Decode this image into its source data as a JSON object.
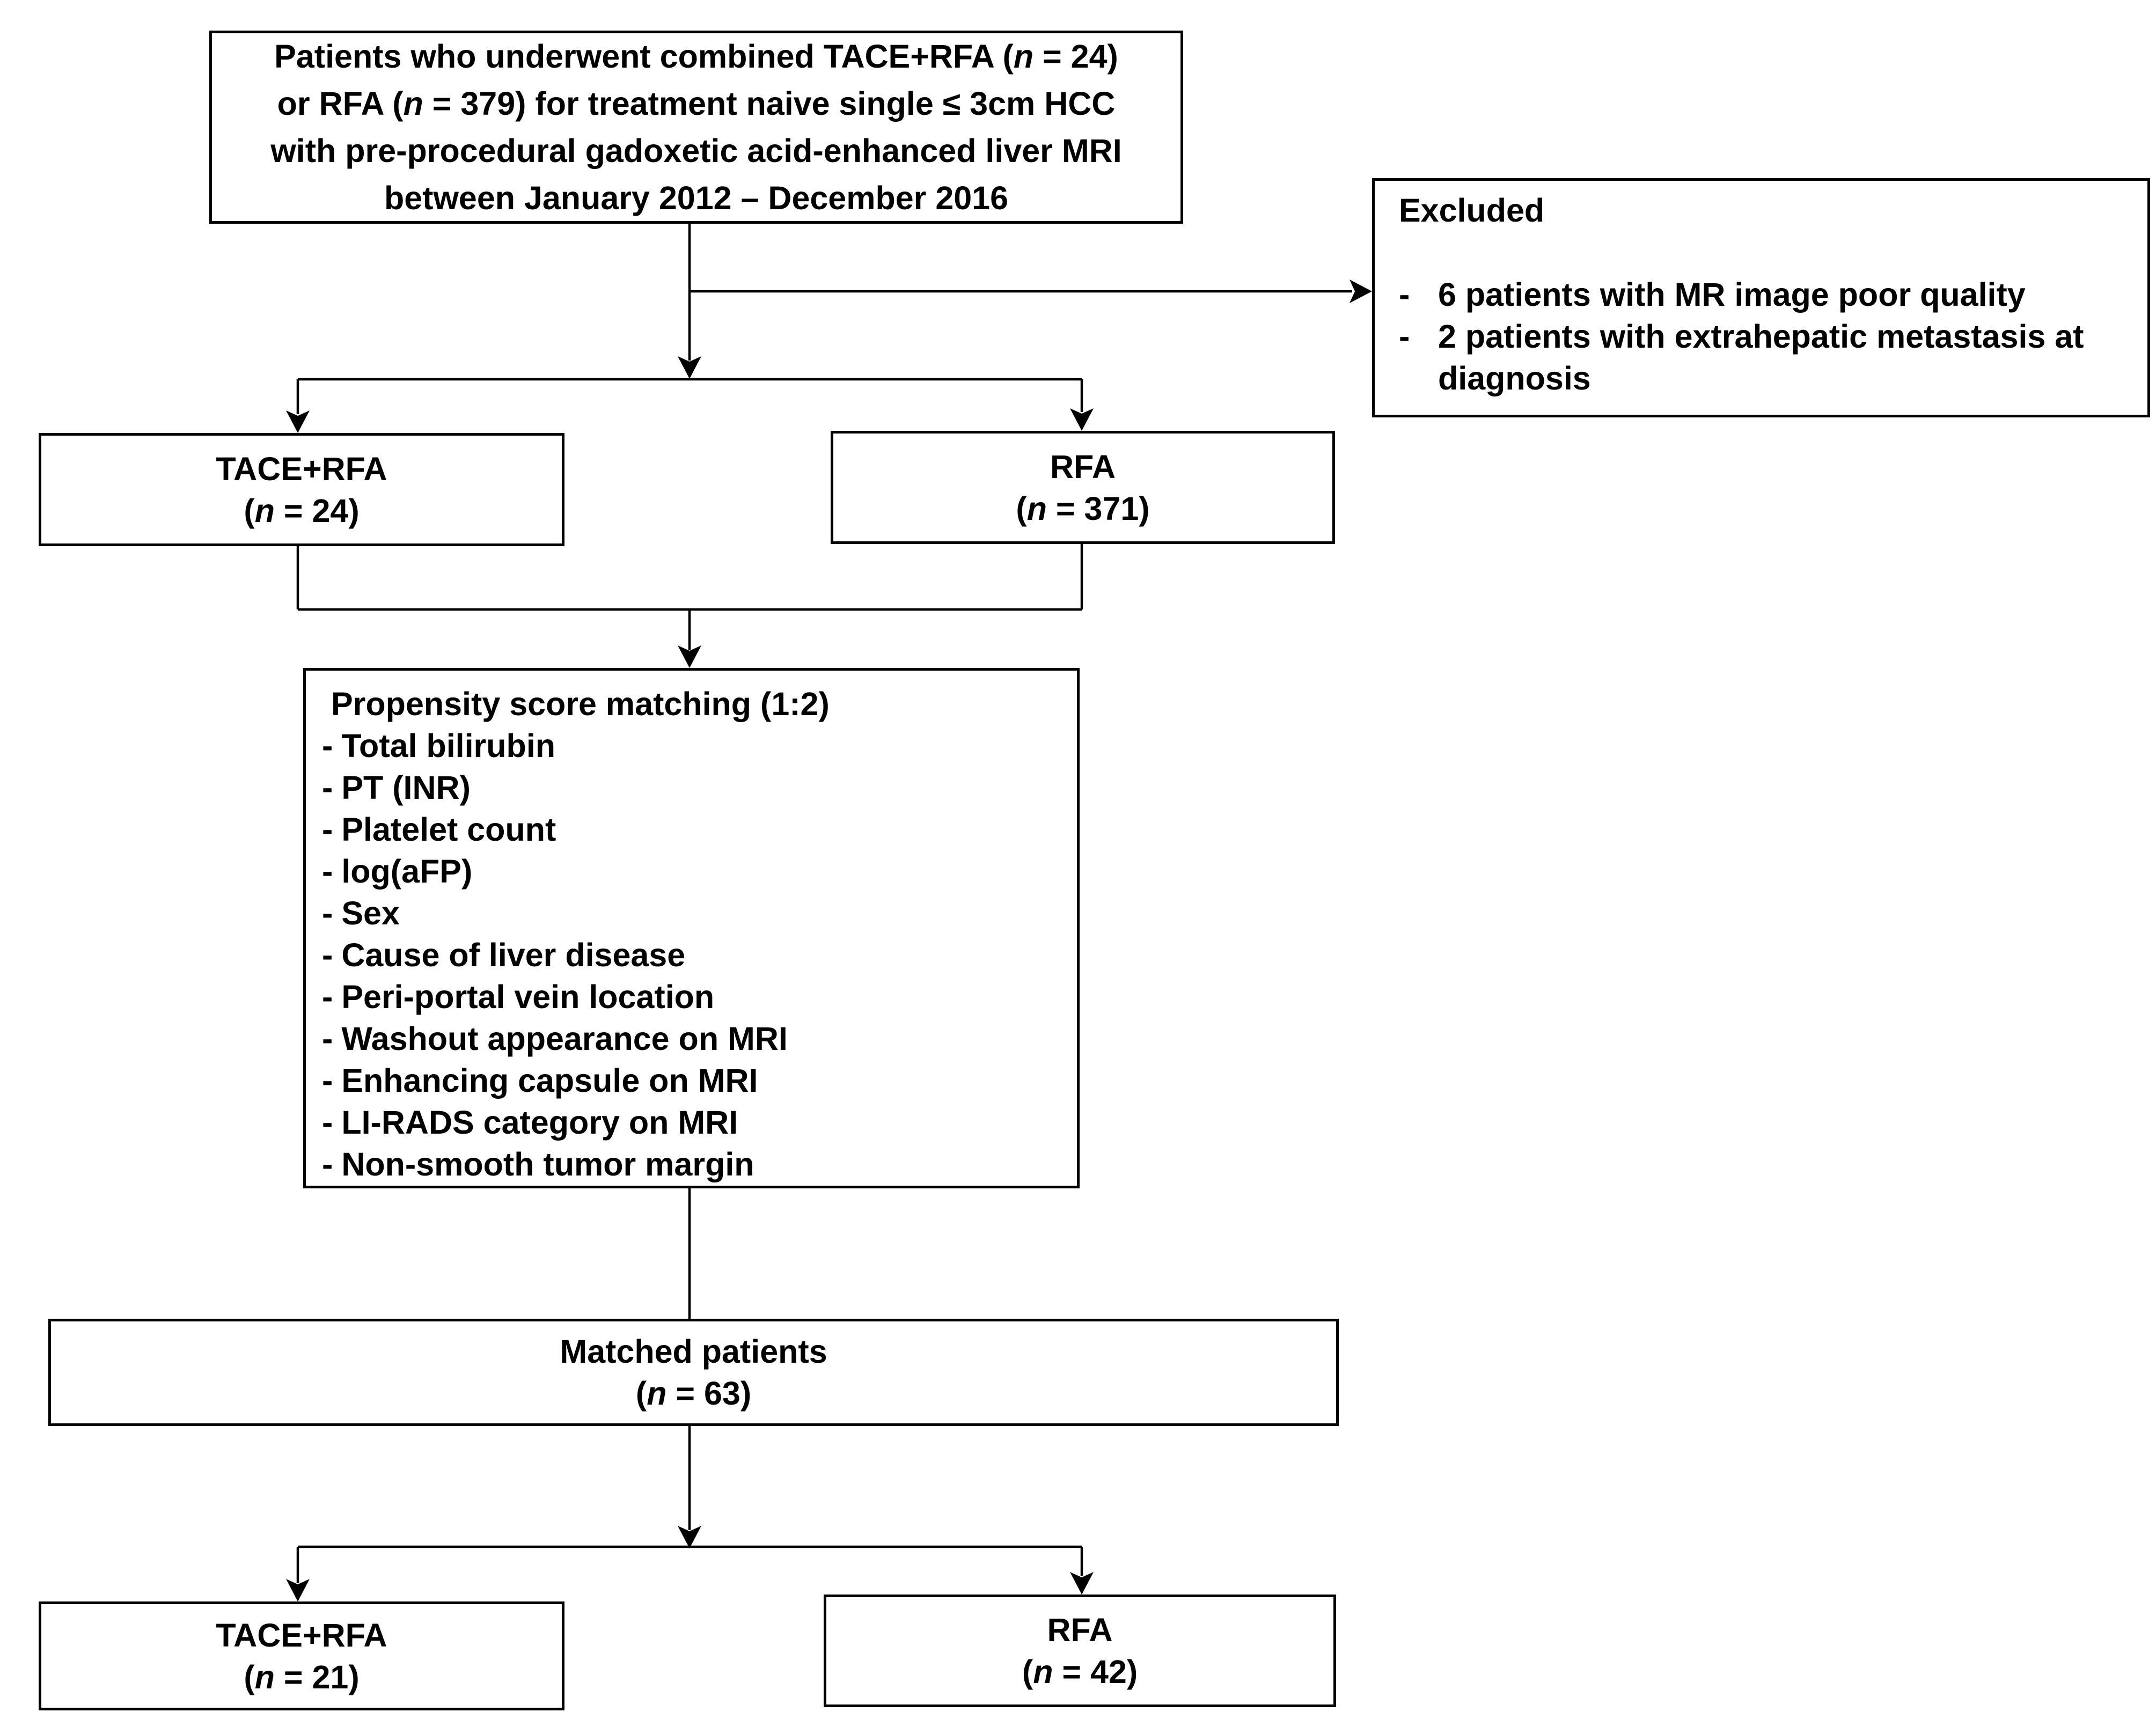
{
  "figure": {
    "background": "#ffffff",
    "line_color": "#000000",
    "text_color": "#000000"
  },
  "boxes": {
    "source": {
      "lines": [
        [
          {
            "t": "Patients who underwent combined TACE+RFA ("
          },
          {
            "t": "n",
            "i": true
          },
          {
            "t": " = 24)"
          }
        ],
        [
          {
            "t": "or RFA ("
          },
          {
            "t": "n",
            "i": true
          },
          {
            "t": " = 379) for treatment naive single ≤ 3cm HCC"
          }
        ],
        [
          {
            "t": "with pre-procedural gadoxetic acid-enhanced liver MRI"
          }
        ],
        [
          {
            "t": "between January 2012 – December 2016"
          }
        ]
      ]
    },
    "excluded": {
      "title": "Excluded",
      "items": [
        {
          "marker": "-",
          "text": "6 patients with MR image poor quality"
        },
        {
          "marker": "-",
          "text": "2 patients with extrahepatic metastasis at\ndiagnosis"
        }
      ]
    },
    "tace_rfa_initial": {
      "lines": [
        [
          {
            "t": "TACE+RFA"
          }
        ],
        [
          {
            "t": "("
          },
          {
            "t": "n",
            "i": true
          },
          {
            "t": " = 24)"
          }
        ]
      ]
    },
    "rfa_initial": {
      "lines": [
        [
          {
            "t": "RFA"
          }
        ],
        [
          {
            "t": "("
          },
          {
            "t": "n",
            "i": true
          },
          {
            "t": " = 371)"
          }
        ]
      ]
    },
    "matching": {
      "title": "Propensity score matching (1:2)",
      "items": [
        {
          "marker": "-",
          "text": "Total bilirubin"
        },
        {
          "marker": "-",
          "text": "PT (INR)"
        },
        {
          "marker": "-",
          "text": "Platelet count"
        },
        {
          "marker": "-",
          "text": "log(aFP)"
        },
        {
          "marker": "-",
          "text": "Sex"
        },
        {
          "marker": "-",
          "text": "Cause of liver disease"
        },
        {
          "marker": "-",
          "text": "Peri-portal vein location"
        },
        {
          "marker": "-",
          "text": "Washout appearance on MRI"
        },
        {
          "marker": "-",
          "text": "Enhancing capsule on MRI"
        },
        {
          "marker": "-",
          "text": "LI-RADS category on MRI"
        },
        {
          "marker": "-",
          "text": "Non-smooth tumor margin"
        }
      ]
    },
    "matched": {
      "lines": [
        [
          {
            "t": "Matched patients"
          }
        ],
        [
          {
            "t": "("
          },
          {
            "t": "n",
            "i": true
          },
          {
            "t": " = 63)"
          }
        ]
      ]
    },
    "tace_rfa_matched": {
      "lines": [
        [
          {
            "t": "TACE+RFA"
          }
        ],
        [
          {
            "t": "("
          },
          {
            "t": "n",
            "i": true
          },
          {
            "t": " = 21)"
          }
        ]
      ]
    },
    "rfa_matched": {
      "lines": [
        [
          {
            "t": "RFA"
          }
        ],
        [
          {
            "t": "("
          },
          {
            "t": "n",
            "i": true
          },
          {
            "t": " = 42)"
          }
        ]
      ]
    }
  }
}
